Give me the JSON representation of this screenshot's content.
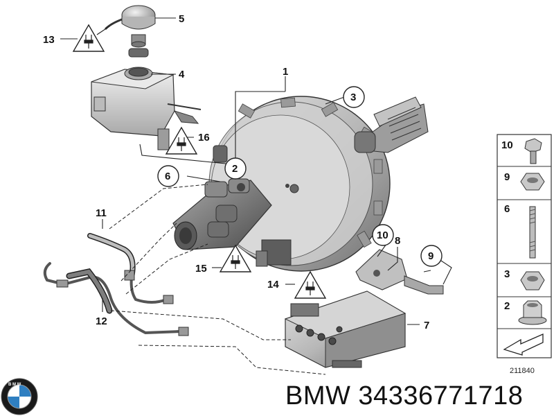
{
  "diagram": {
    "callouts": {
      "c1": "1",
      "c2": "2",
      "c3": "3",
      "c4": "4",
      "c5": "5",
      "c6": "6",
      "c7": "7",
      "c8": "8",
      "c9": "9",
      "c10": "10",
      "c11": "11",
      "c12": "12",
      "c13": "13",
      "c14": "14",
      "c15": "15",
      "c16": "16"
    },
    "legend_panel": {
      "rows": [
        "10",
        "9",
        "6",
        "3",
        "2"
      ]
    },
    "diagram_code": "211840"
  },
  "footer": {
    "brand_part_text": "BMW 34336771718"
  },
  "colors": {
    "line": "#222222",
    "part_fill": "#c9c9c9",
    "part_dark": "#7a7a7a",
    "brand_blue": "#2f7fc1"
  }
}
